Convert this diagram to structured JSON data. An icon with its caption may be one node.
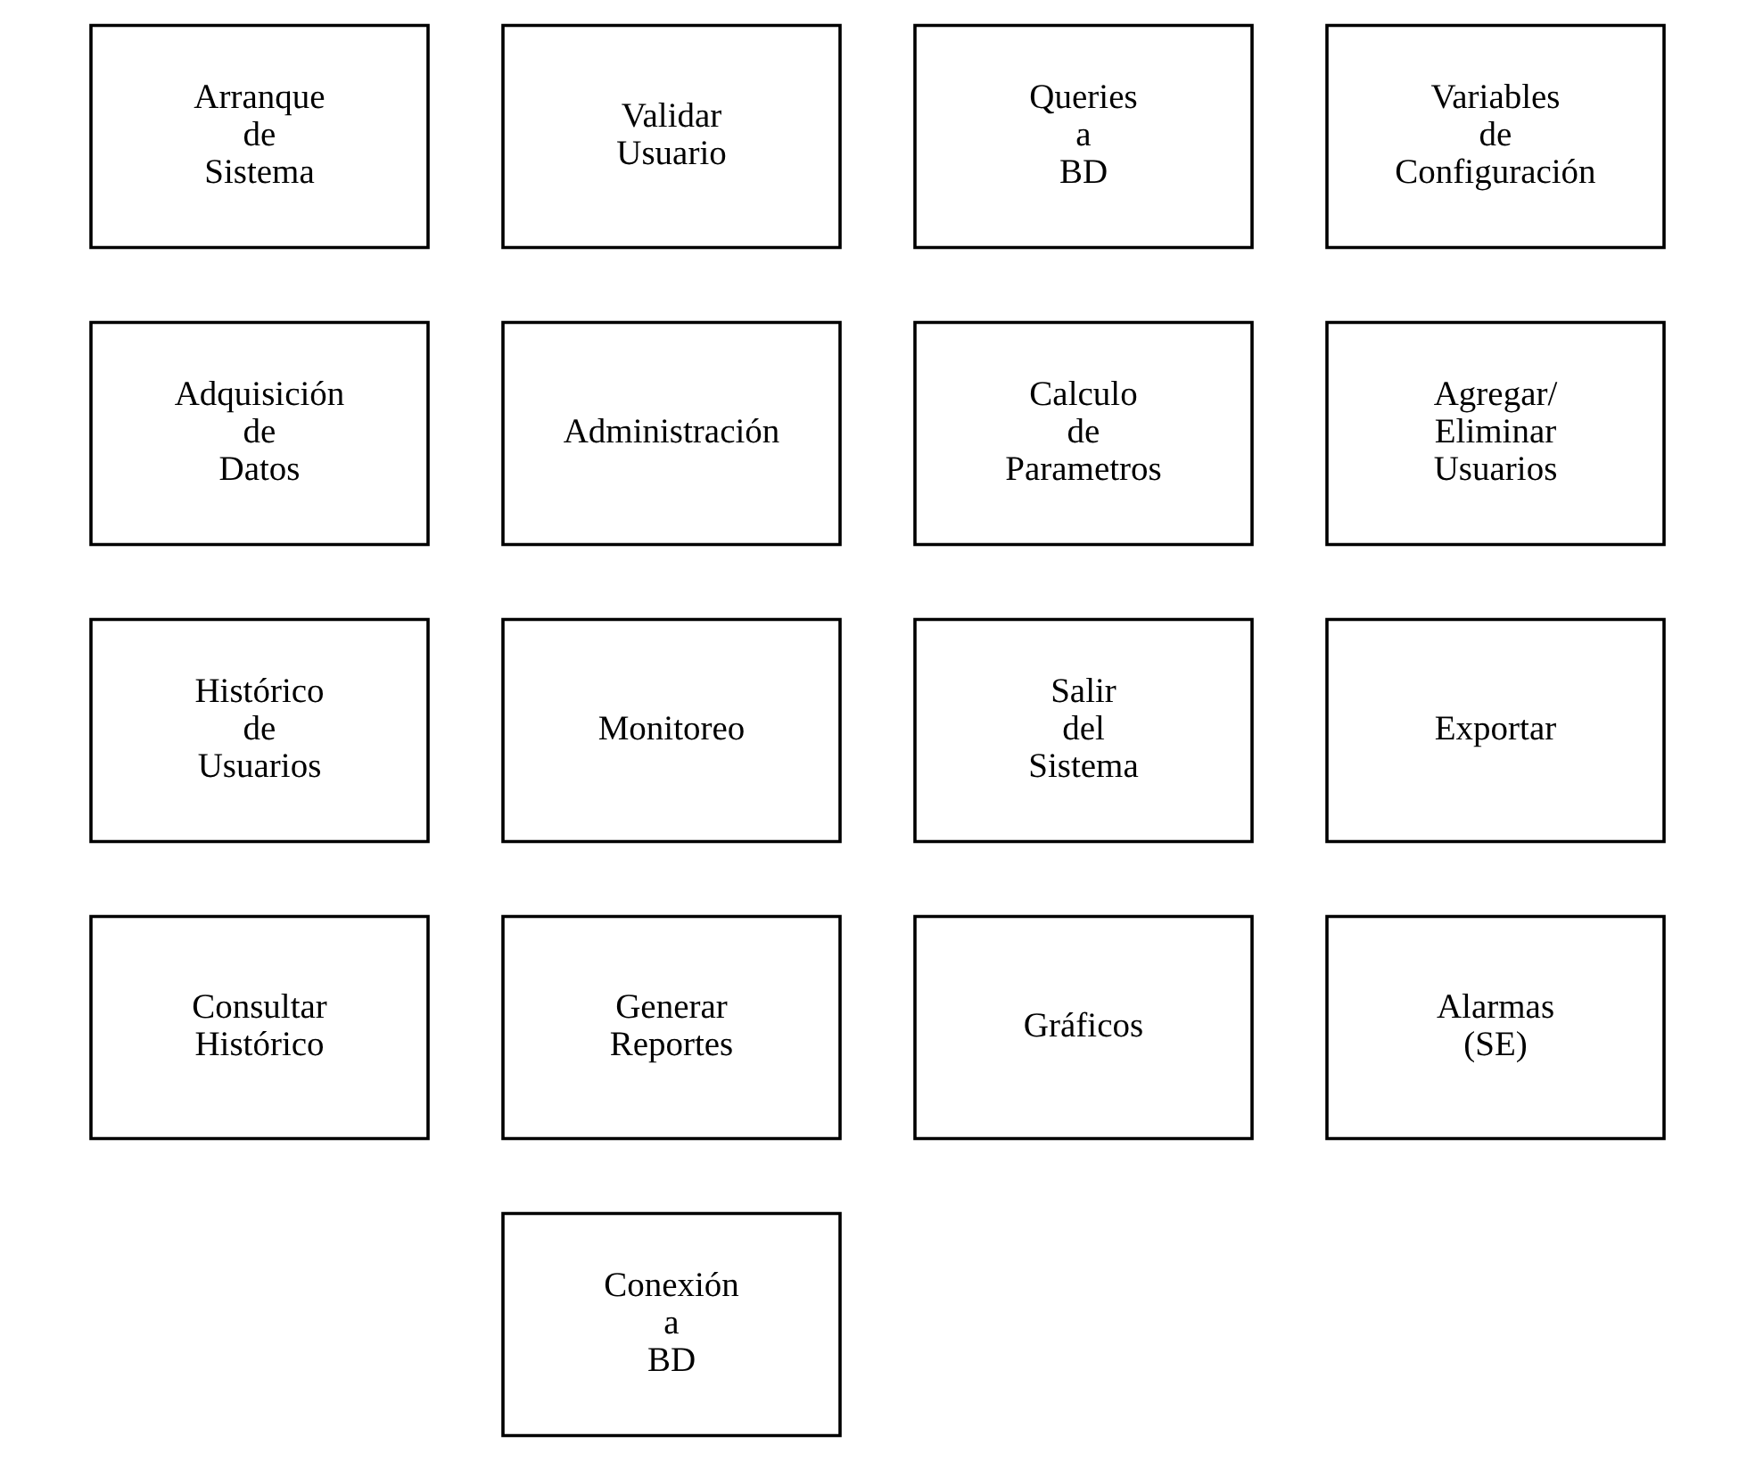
{
  "diagram": {
    "nodes": [
      {
        "text": [
          "Arranque de Sistema"
        ]
      },
      {
        "text": [
          "Validar Usuario"
        ]
      },
      {
        "text": [
          "Queries a BD"
        ]
      },
      {
        "text": [
          "Variables de Configuración"
        ]
      },
      {
        "text": [
          "Adquisición de Datos"
        ]
      },
      {
        "text": [
          "Administración"
        ]
      },
      {
        "text": [
          "Calculo de Parametros"
        ]
      },
      {
        "text": [
          "Agregar/ Eliminar Usuarios"
        ]
      },
      {
        "text": [
          "Histórico de Usuarios"
        ]
      },
      {
        "text": [
          "Monitoreo"
        ]
      },
      {
        "text": [
          "Salir del Sistema"
        ]
      },
      {
        "text": [
          "Exportar"
        ]
      },
      {
        "text": [
          "Consultar Histórico"
        ]
      },
      {
        "text": [
          "Generar Reportes"
        ]
      },
      {
        "text": [
          "Gráficos"
        ]
      },
      {
        "text": [
          "Alarmas (SE)"
        ]
      },
      {
        "text": [
          "Conexión a BD"
        ]
      }
    ]
  }
}
